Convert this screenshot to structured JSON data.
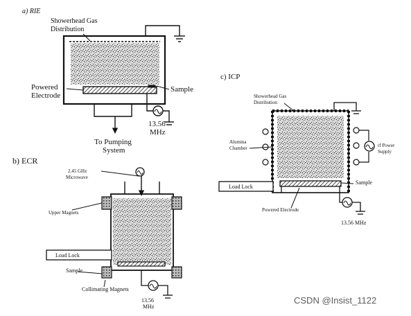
{
  "panels": {
    "rie": {
      "title": "a) RIE",
      "showerhead": [
        "Showerhead Gas",
        "Distribution"
      ],
      "electrode": [
        "Powered",
        "Electrode"
      ],
      "sample": "Sample",
      "frequency": [
        "13.56",
        "MHz"
      ],
      "pumping": [
        "To Pumping",
        "System"
      ]
    },
    "ecr": {
      "title": "b) ECR",
      "microwave": [
        "2.45 GHz",
        "Microwave"
      ],
      "upper_magnets": "Upper Magnets",
      "load_lock": "Load Lock",
      "sample": "Sample",
      "collimating": "Collimating Magnets",
      "frequency": [
        "13.56",
        "MHz"
      ]
    },
    "icp": {
      "title": "c) ICP",
      "showerhead": [
        "Showerhead Gas",
        "Distribution"
      ],
      "alumina": [
        "Alumina",
        "Chamber"
      ],
      "rf_supply": [
        "rf Power",
        "Supply"
      ],
      "load_lock": "Load Lock",
      "sample": "Sample",
      "electrode": "Powered Electrode",
      "frequency": "13.56 MHz"
    }
  },
  "watermark": "CSDN @Insist_1122"
}
